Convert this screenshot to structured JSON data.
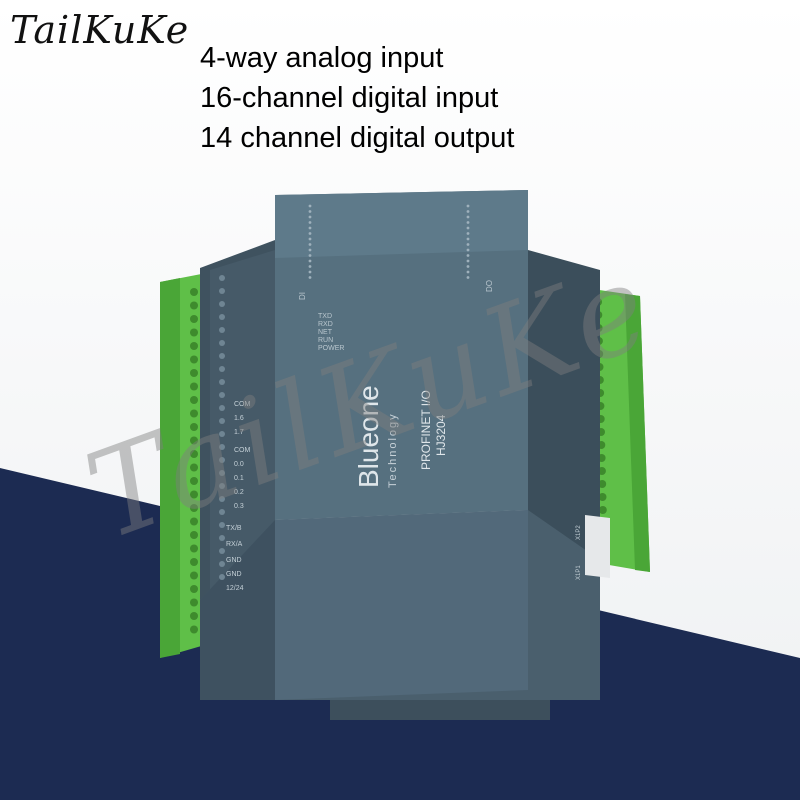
{
  "brand": {
    "logo_text": "TailKuKe",
    "watermark": "TailKuKe"
  },
  "features": [
    "4-way analog input",
    "16-channel digital input",
    "14 channel digital output"
  ],
  "device": {
    "manufacturer": "Blueone",
    "manufacturer_sub": "Technology",
    "product_line": "PROFINET I/O",
    "model": "HJ3204",
    "leds": [
      "TXD",
      "RXD",
      "NET",
      "RUN",
      "POWER"
    ],
    "di_label": "DI",
    "do_label": "DO",
    "left_terminals": [
      "COM",
      "1.6",
      "1.7",
      "COM",
      "0.0",
      "0.1",
      "0.2",
      "0.3"
    ],
    "bus_terminals": [
      "TX/B",
      "RX/A",
      "GND",
      "GND",
      "12/24"
    ],
    "right_labels": [
      "X1P2",
      "X1P1"
    ]
  },
  "colors": {
    "body": "#4f6473",
    "terminal": "#5fbf48",
    "band": "#1c2b52"
  }
}
